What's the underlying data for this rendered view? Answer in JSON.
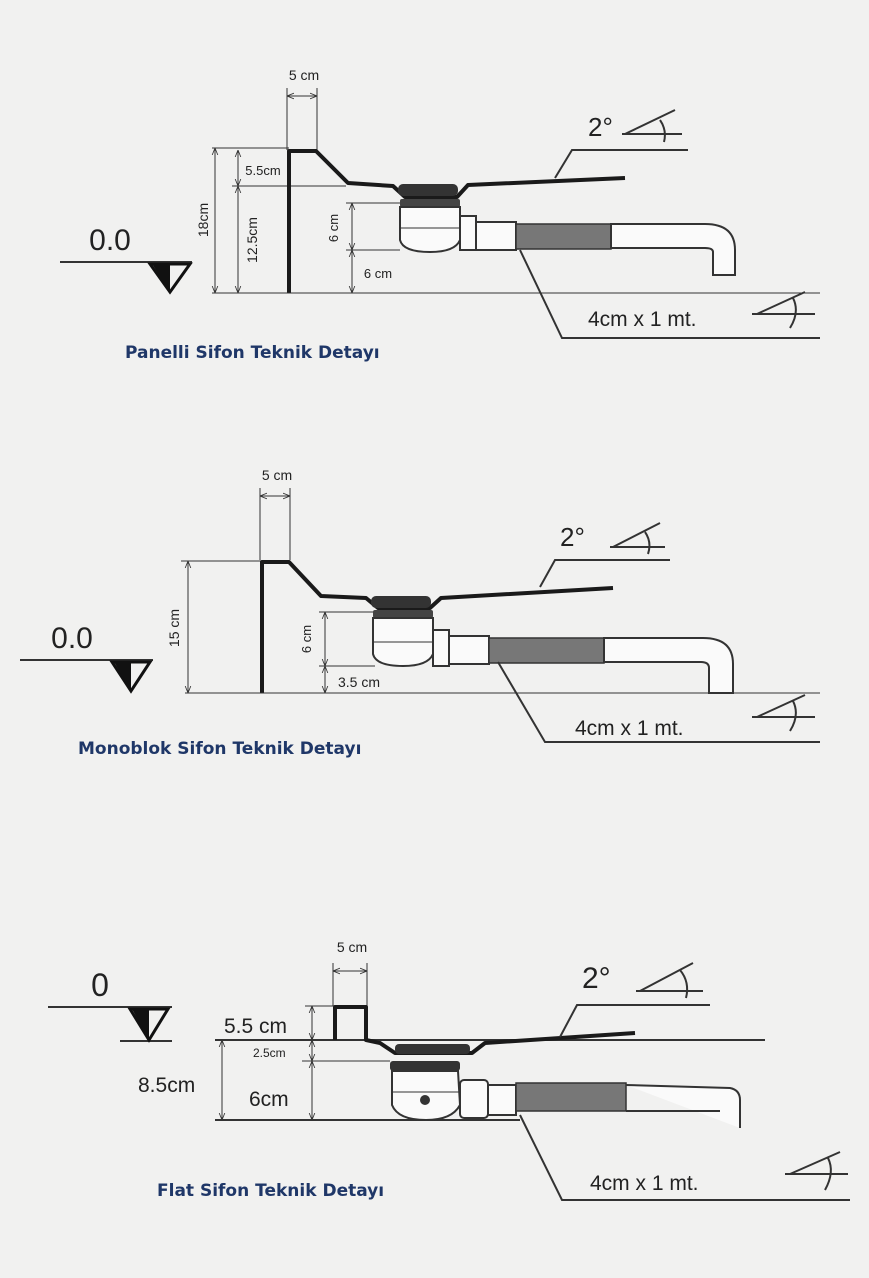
{
  "diagrams": [
    {
      "title": "Panelli Sifon Teknik Detayı",
      "level": "0.0",
      "width_label": "5 cm",
      "dims": [
        "18cm",
        "5.5cm",
        "12.5cm",
        "6 cm",
        "6 cm"
      ],
      "slope": "2°",
      "pipe": "4cm x 1 mt."
    },
    {
      "title": "Monoblok Sifon Teknik Detayı",
      "level": "0.0",
      "width_label": "5 cm",
      "dims": [
        "15 cm",
        "6 cm",
        "3.5 cm"
      ],
      "slope": "2°",
      "pipe": "4cm x 1 mt."
    },
    {
      "title": "Flat Sifon Teknik Detayı",
      "level": "0",
      "width_label": "5 cm",
      "dims": [
        "5.5 cm",
        "2.5cm",
        "8.5cm",
        "6cm"
      ],
      "slope": "2°",
      "pipe": "4cm x 1 mt."
    }
  ]
}
